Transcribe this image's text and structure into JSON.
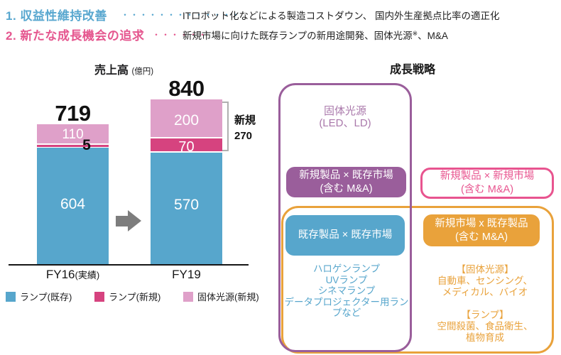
{
  "header": {
    "line1": {
      "label": "1. 収益性維持改善",
      "dots": "・・・・・・・・・・・・・",
      "description": "ITロボット化などによる製造コストダウン、 国内外生産拠点比率の適正化",
      "color": "#58a7cf"
    },
    "line2": {
      "label": "2. 新たな成長機会の追求",
      "dots": "・・・・・・",
      "description_pre": "新規市場に向けた既存ランプの新用途開発、固体光源",
      "description_sup": "※",
      "description_post": "、M&A",
      "color": "#e5578f"
    }
  },
  "chart": {
    "title": "売上高",
    "title_unit": "(億円)",
    "bars": {
      "fy16": {
        "label": "FY16",
        "label_note": "(実績)",
        "total": "719",
        "seg_solid_new": "110",
        "seg_lamp_new": "5",
        "seg_lamp_existing": "604"
      },
      "fy19": {
        "label": "FY19",
        "total": "840",
        "seg_solid_new": "200",
        "seg_lamp_new": "70",
        "seg_lamp_existing": "570"
      }
    },
    "bracket_label": "新規\n270",
    "legend": [
      {
        "label": "ランプ(既存)",
        "color": "#57a6cc"
      },
      {
        "label": "ランプ(新規)",
        "color": "#d6437f"
      },
      {
        "label": "固体光源(新規)",
        "color": "#dfa0c9"
      }
    ]
  },
  "strategy": {
    "title": "成長戦略",
    "solid_state_label": "固体光源\n(LED、LD)",
    "quad_top_left": "新規製品 × 既存市場\n(含む M&A)",
    "quad_top_right": "新規製品 × 新規市場\n(含む M&A)",
    "quad_bottom_left": "既存製品 × 既存市場",
    "quad_bottom_right": "新規市場 x 既存製品\n(含む M&A)",
    "bottom_left_items": "ハロゲンランプ\nUVランプ\nシネマランプ\nデータプロジェクター用ラン\nプなど",
    "bottom_right_items": "【固体光源】\n自動車、センシング、\nメディカル、バイオ\n\n【ランプ】\n空間殺菌、食品衛生、\n植物育成",
    "colors": {
      "purple": "#9a5e9b",
      "purple_light": "#aa79ab",
      "pink": "#e8548f",
      "orange": "#e9a23b",
      "blue": "#57a6cc"
    }
  },
  "chart_data": {
    "type": "bar",
    "subtype": "stacked",
    "title": "売上高(億円)",
    "categories": [
      "FY16(実績)",
      "FY19"
    ],
    "series": [
      {
        "name": "ランプ(既存)",
        "color": "#57a6cc",
        "values": [
          604,
          570
        ]
      },
      {
        "name": "ランプ(新規)",
        "color": "#d6437f",
        "values": [
          5,
          70
        ]
      },
      {
        "name": "固体光源(新規)",
        "color": "#dfa0c9",
        "values": [
          110,
          200
        ]
      }
    ],
    "totals": [
      719,
      840
    ],
    "annotations": [
      {
        "text": "新規 270",
        "target": "FY19 ランプ(新規)+固体光源(新規) = 70+200"
      }
    ],
    "legend_position": "bottom",
    "grid": false
  }
}
